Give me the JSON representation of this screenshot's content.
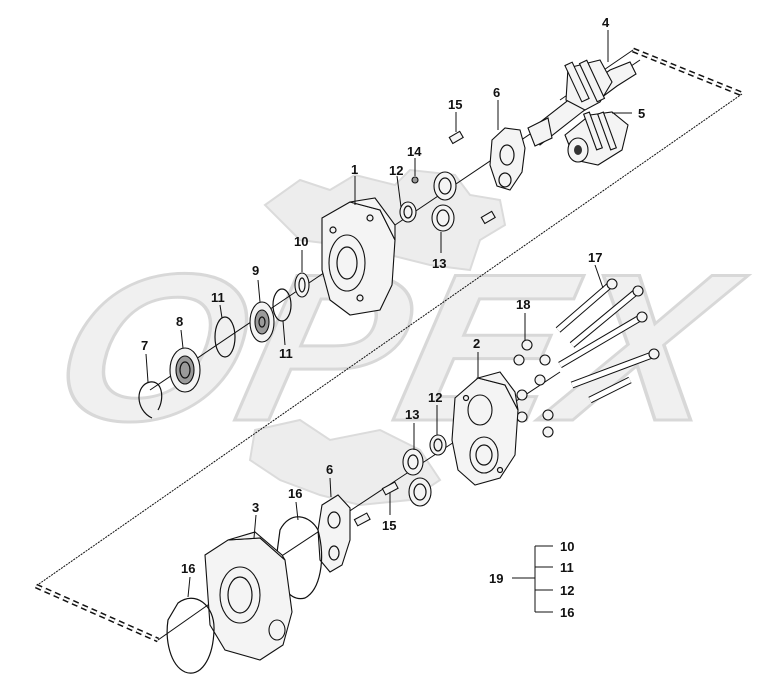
{
  "diagram": {
    "watermark": "OPEX",
    "corner_mark": "",
    "callouts": [
      {
        "id": "c4",
        "text": "4"
      },
      {
        "id": "c5",
        "text": "5"
      },
      {
        "id": "c15a",
        "text": "15"
      },
      {
        "id": "c6a",
        "text": "6"
      },
      {
        "id": "c14",
        "text": "14"
      },
      {
        "id": "c1",
        "text": "1"
      },
      {
        "id": "c12a",
        "text": "12"
      },
      {
        "id": "c10a",
        "text": "10"
      },
      {
        "id": "c9",
        "text": "9"
      },
      {
        "id": "c13a",
        "text": "13"
      },
      {
        "id": "c11a",
        "text": "11"
      },
      {
        "id": "c8",
        "text": "8"
      },
      {
        "id": "c7",
        "text": "7"
      },
      {
        "id": "c11b",
        "text": "11"
      },
      {
        "id": "c17",
        "text": "17"
      },
      {
        "id": "c18",
        "text": "18"
      },
      {
        "id": "c2",
        "text": "2"
      },
      {
        "id": "c13b",
        "text": "13"
      },
      {
        "id": "c12b",
        "text": "12"
      },
      {
        "id": "c6b",
        "text": "6"
      },
      {
        "id": "c16a",
        "text": "16"
      },
      {
        "id": "c3",
        "text": "3"
      },
      {
        "id": "c15b",
        "text": "15"
      },
      {
        "id": "c16b",
        "text": "16"
      }
    ],
    "kit": {
      "label": "19",
      "items": [
        "10",
        "11",
        "12",
        "16"
      ]
    }
  }
}
